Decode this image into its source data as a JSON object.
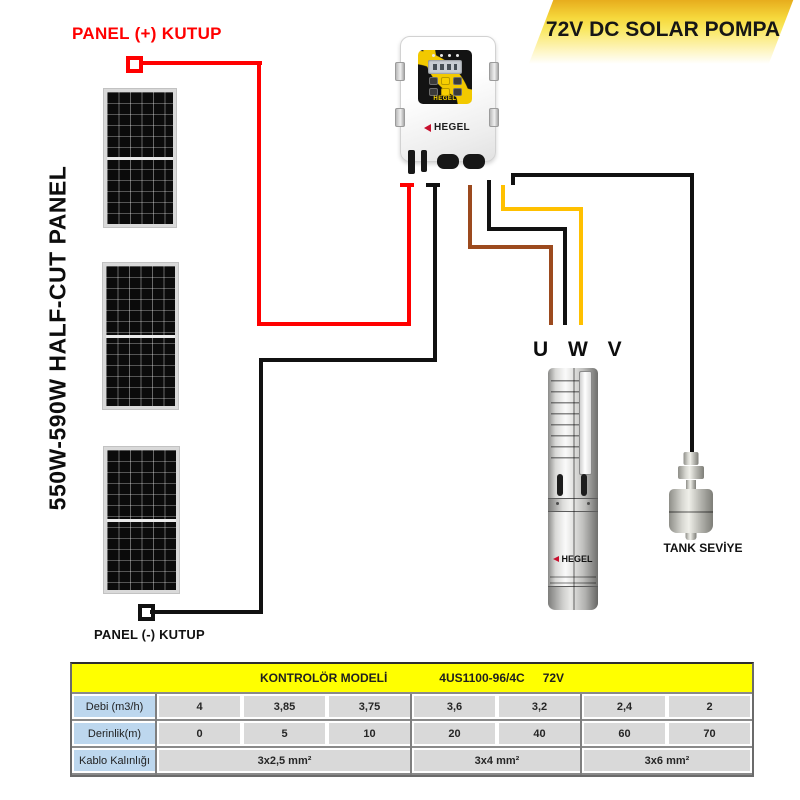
{
  "badge": {
    "title": "72V DC SOLAR POMPA"
  },
  "labels": {
    "panel_positive": "PANEL (+) KUTUP",
    "panel_negative": "PANEL (-) KUTUP",
    "panel_vertical": "550W-590W HALF-CUT PANEL",
    "motor_terminals": "U W V",
    "tank_level": "TANK SEVİYE"
  },
  "controller": {
    "brand": "HEGEL",
    "panel_logo": "HEGEL"
  },
  "pump": {
    "brand": "HEGEL"
  },
  "table": {
    "header": {
      "label": "KONTROLÖR MODELİ",
      "model": "4US1100-96/4C",
      "voltage": "72V"
    },
    "rows": [
      {
        "label": "Debi (m3/h)",
        "values": [
          "4",
          "3,85",
          "3,75",
          "3,6",
          "3,2",
          "2,4",
          "2"
        ]
      },
      {
        "label": "Derinlik(m)",
        "values": [
          "0",
          "5",
          "10",
          "20",
          "40",
          "60",
          "70"
        ]
      },
      {
        "label": "Kablo Kalınlığı",
        "values": [
          "3x2,5 mm²",
          "3x4 mm²",
          "3x6 mm²"
        ]
      }
    ]
  },
  "colors": {
    "wire-red": "#ff0000",
    "wire-black": "#111111",
    "wire-brown": "#9c4a1e",
    "wire-yellow": "#ffc000",
    "accent-red": "#c8102e",
    "header-yellow": "#ffff00",
    "label-blue": "#bdd7ee",
    "cell-gray": "#d9d9d9"
  }
}
